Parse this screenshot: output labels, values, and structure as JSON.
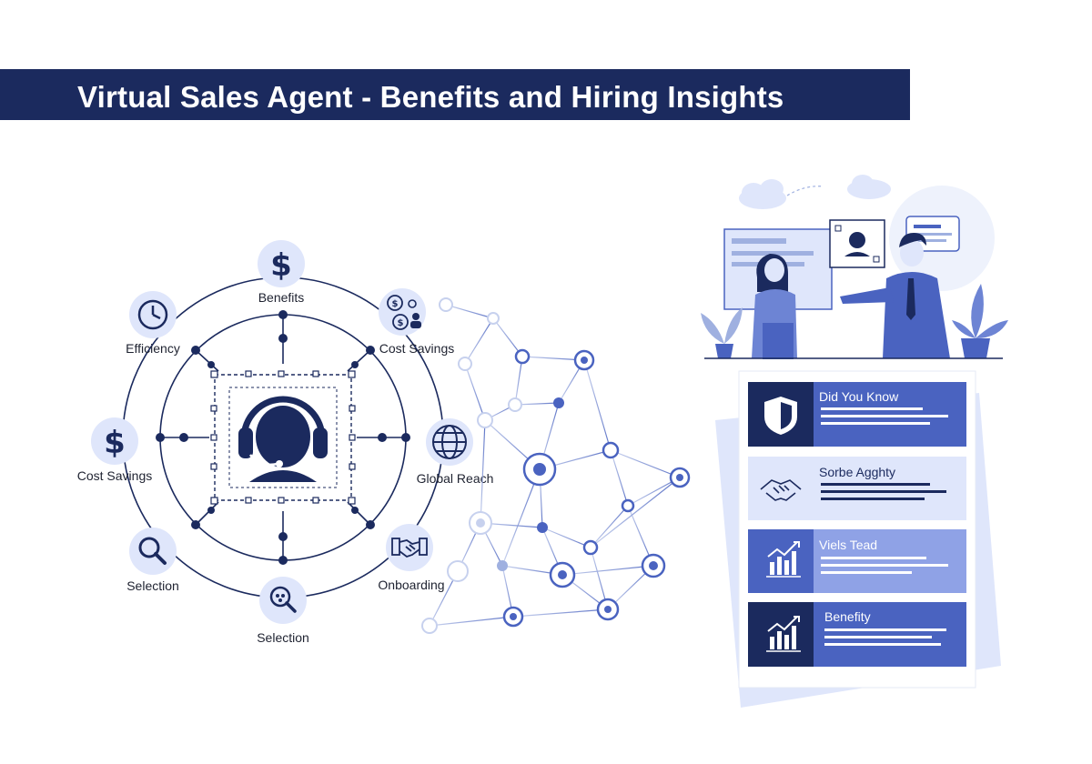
{
  "title": "Virtual Sales Agent - Benefits and Hiring Insights",
  "hub_labels": {
    "benefits": "Benefits",
    "efficiency": "Efficiency",
    "cost_savings_top": "Cost Savings",
    "cost_savings_left": "Cost Savings",
    "global_reach": "Global Reach",
    "selection_left": "Selection",
    "selection_bottom": "Selection",
    "onboarding": "Onboarding"
  },
  "cards": [
    {
      "title": "Did You Know"
    },
    {
      "title": "Sorbe Agghty"
    },
    {
      "title": "Viels Tead"
    },
    {
      "title": "Benefity"
    }
  ],
  "colors": {
    "navy": "#1b2a5e",
    "blue": "#4a63c0",
    "light_blue": "#dfe6fb",
    "pale_blue": "#eef2fc"
  }
}
